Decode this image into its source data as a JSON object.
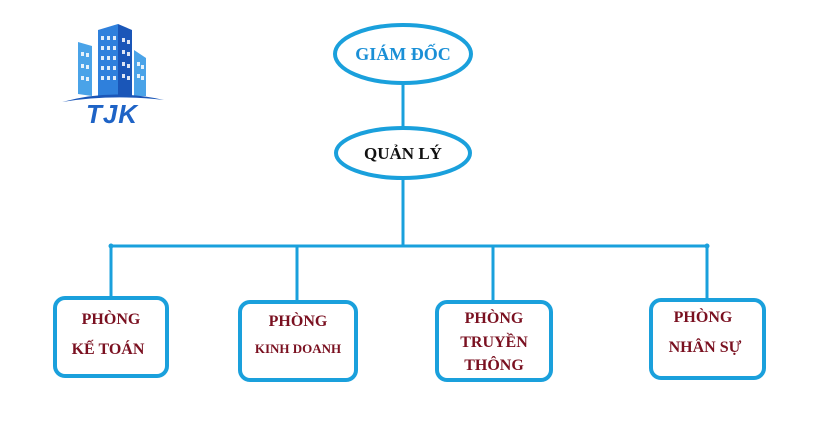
{
  "colors": {
    "line": "#1aa0dc",
    "node_fill": "#ffffff",
    "top_text": "#1a8fd6",
    "manager_text": "#111111",
    "dept_text": "#7a1020",
    "logo_light": "#4aa3e8",
    "logo_dark": "#1a56b8",
    "logo_text": "#1e63c6"
  },
  "logo": {
    "text": "TJK",
    "icon": "city-buildings-icon"
  },
  "director": {
    "label": "GIÁM ĐỐC"
  },
  "manager": {
    "label": "QUẢN LÝ"
  },
  "departments": [
    {
      "lines": [
        "PHÒNG",
        "KẾ TOÁN"
      ]
    },
    {
      "lines": [
        "PHÒNG",
        "KINH DOANH"
      ]
    },
    {
      "lines": [
        "PHÒNG",
        "TRUYỀN",
        "THÔNG"
      ]
    },
    {
      "lines": [
        "PHÒNG",
        "NHÂN SỰ"
      ]
    }
  ]
}
